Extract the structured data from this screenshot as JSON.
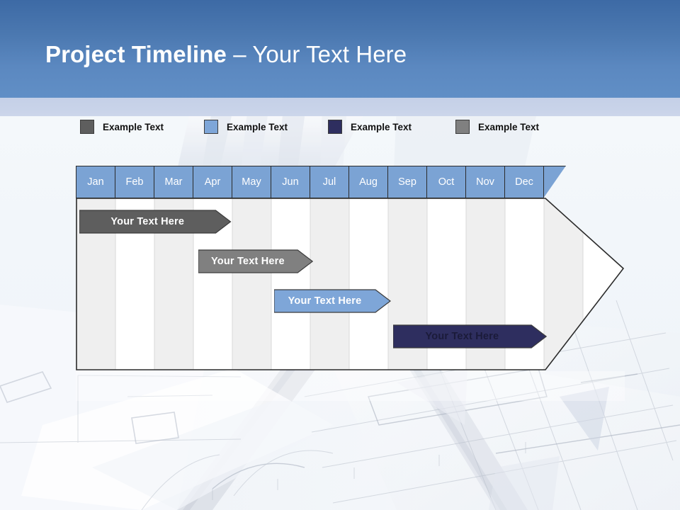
{
  "slide": {
    "title_bold": "Project Timeline",
    "title_separator": " – ",
    "title_light": "Your Text Here",
    "header_color": "#4b78b0",
    "header_sub_color": "#c8d3e9",
    "background_color": "#f4f8fb"
  },
  "legend": {
    "items": [
      {
        "label": "Example Text",
        "color": "#5e5e5e",
        "x": 113
      },
      {
        "label": "Example Text",
        "color": "#7ea6d8",
        "x": 288
      },
      {
        "label": "Example Text",
        "color": "#2e2e5f",
        "x": 463
      },
      {
        "label": "Example Text",
        "color": "#808080",
        "x": 643
      }
    ]
  },
  "chart_data": {
    "type": "bar",
    "title": "Project Timeline",
    "categories": [
      "Jan",
      "Feb",
      "Mar",
      "Apr",
      "May",
      "Jun",
      "Jul",
      "Aug",
      "Sep",
      "Oct",
      "Nov",
      "Dec"
    ],
    "xlabel": "",
    "ylabel": "",
    "grid": true,
    "legend_position": "top",
    "series": [
      {
        "name": "Example Text",
        "label": "Your  Text Here",
        "start_month": "Jan",
        "end_month": "Apr",
        "start": 0,
        "end": 3.9,
        "color": "#5e5e5e",
        "text_color": "#ffffff",
        "row": 1
      },
      {
        "name": "Example Text",
        "label": "Your  Text Here",
        "start_month": "Apr",
        "end_month": "Jul",
        "start": 3.05,
        "end": 6.0,
        "color": "#808080",
        "text_color": "#ffffff",
        "row": 2
      },
      {
        "name": "Example Text",
        "label": "Your  Text Here",
        "start_month": "Jun",
        "end_month": "Sep",
        "start": 5.0,
        "end": 8.0,
        "color": "#7ea6d8",
        "text_color": "#ffffff",
        "row": 3
      },
      {
        "name": "Example Text",
        "label": "Your  Text Here",
        "start_month": "Sep",
        "end_month": "Dec",
        "start": 8.05,
        "end": 12.0,
        "color": "#2e2e5f",
        "text_color": "#1b1b3a",
        "row": 4
      }
    ],
    "body_color": "#efefef",
    "body_alt_color": "#ffffff",
    "outline_color": "#2b2b2b",
    "header_cell_color": "#7ba3d4",
    "header_text_color": "#ffffff"
  }
}
